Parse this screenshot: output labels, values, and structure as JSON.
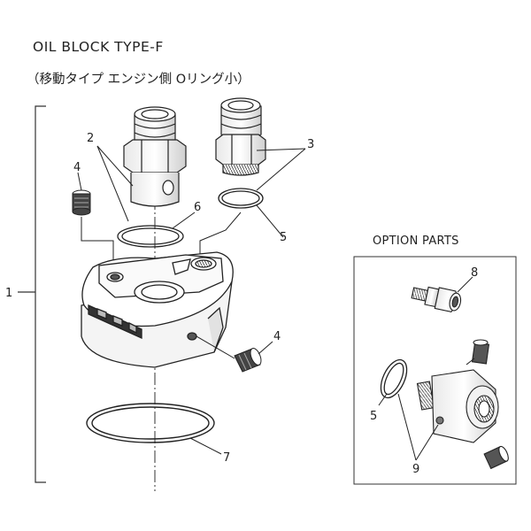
{
  "header": {
    "title": "OIL BLOCK TYPE-F",
    "subtitle": "（移動タイプ エンジン側 Oリング小）"
  },
  "option_panel": {
    "title": "OPTION PARTS"
  },
  "callouts": {
    "c1": "1",
    "c2": "2",
    "c3": "3",
    "c4a": "4",
    "c4b": "4",
    "c5a": "5",
    "c5b": "5",
    "c6": "6",
    "c7": "7",
    "c8": "8",
    "c9": "9"
  },
  "colors": {
    "line": "#222222",
    "part_fill": "#ffffff",
    "shade": "#cfcfcf",
    "dark": "#333333"
  }
}
